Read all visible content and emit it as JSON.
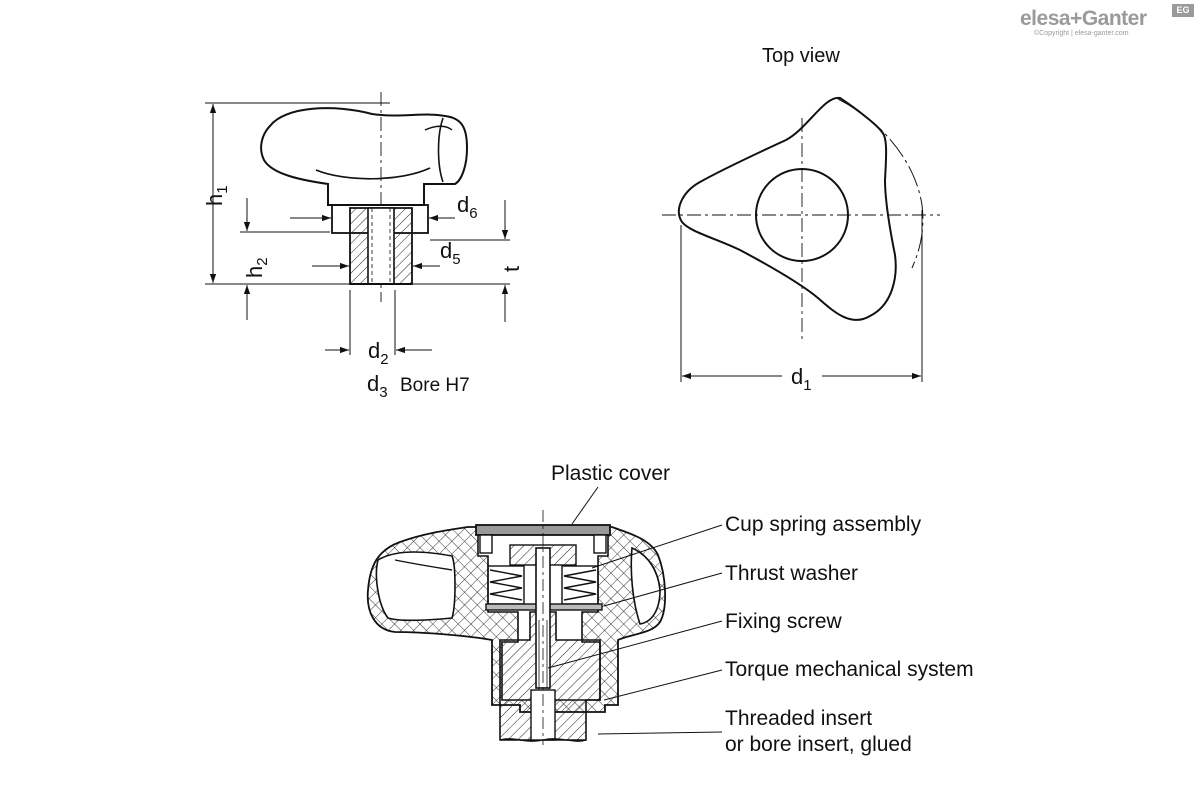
{
  "logo": {
    "brand": "elesa+Ganter",
    "copyright": "©Copyright | elesa-ganter.com",
    "badge": "EG"
  },
  "side_view": {
    "dims": {
      "h1": {
        "main": "h",
        "sub": "1"
      },
      "h2": {
        "main": "h",
        "sub": "2"
      },
      "d6": {
        "main": "d",
        "sub": "6"
      },
      "d5": {
        "main": "d",
        "sub": "5"
      },
      "t": "t",
      "d2": {
        "main": "d",
        "sub": "2"
      },
      "d3": {
        "main": "d",
        "sub": "3"
      },
      "bore": "Bore H7"
    }
  },
  "top_view": {
    "title": "Top view",
    "d1": {
      "main": "d",
      "sub": "1"
    }
  },
  "section_view": {
    "callouts": {
      "plastic_cover": "Plastic cover",
      "cup_spring": "Cup spring assembly",
      "thrust_washer": "Thrust washer",
      "fixing_screw": "Fixing screw",
      "torque_system": "Torque mechanical system",
      "insert_line1": "Threaded insert",
      "insert_line2": "or bore insert, glued"
    }
  }
}
